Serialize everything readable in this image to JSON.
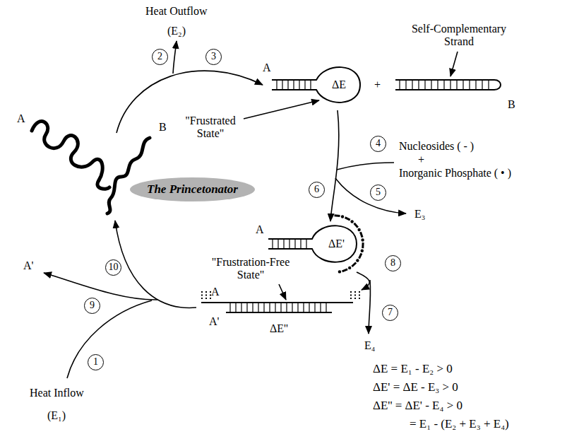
{
  "diagram": {
    "nodes": [
      {
        "text": [
          "The Princetonator"
        ]
      }
    ],
    "labels": [
      "Heat Outflow",
      "(E₂)",
      "2",
      "3",
      "A",
      "ΔE",
      "+",
      "Self-Complementary Strand",
      "B",
      "\"Frustrated State\"",
      "4",
      "Nucleosides ( - )",
      "+",
      "Inorganic Phosphate ( • )",
      "6",
      "5",
      "E₃",
      "A",
      "ΔE'",
      "8",
      "7",
      "E₄",
      "\"Frustration-Free State\"",
      "A",
      "A'",
      "ΔE''",
      "A",
      "B",
      "10",
      "9",
      "A'",
      "1",
      "Heat Inflow",
      "(E₁)",
      "ΔE = E₁ - E₂ > 0",
      "ΔE' = ΔE - E₃ > 0",
      "ΔE'' = ΔE' - E₄ > 0",
      "= E₁ - (E₂ + E₃ + E₄)"
    ]
  }
}
